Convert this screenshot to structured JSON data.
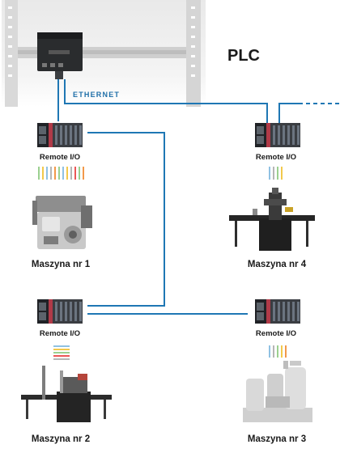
{
  "diagram": {
    "title": "PLC",
    "network_label": "ETHERNET",
    "link_color": "#1f77b4",
    "nodes": [
      {
        "id": "m1",
        "remote_label": "Remote I/O",
        "machine_label": "Maszyna nr 1"
      },
      {
        "id": "m2",
        "remote_label": "Remote I/O",
        "machine_label": "Maszyna nr 2"
      },
      {
        "id": "m3",
        "remote_label": "Remote I/O",
        "machine_label": "Maszyna nr 3"
      },
      {
        "id": "m4",
        "remote_label": "Remote I/O",
        "machine_label": "Maszyna nr 4"
      }
    ]
  }
}
